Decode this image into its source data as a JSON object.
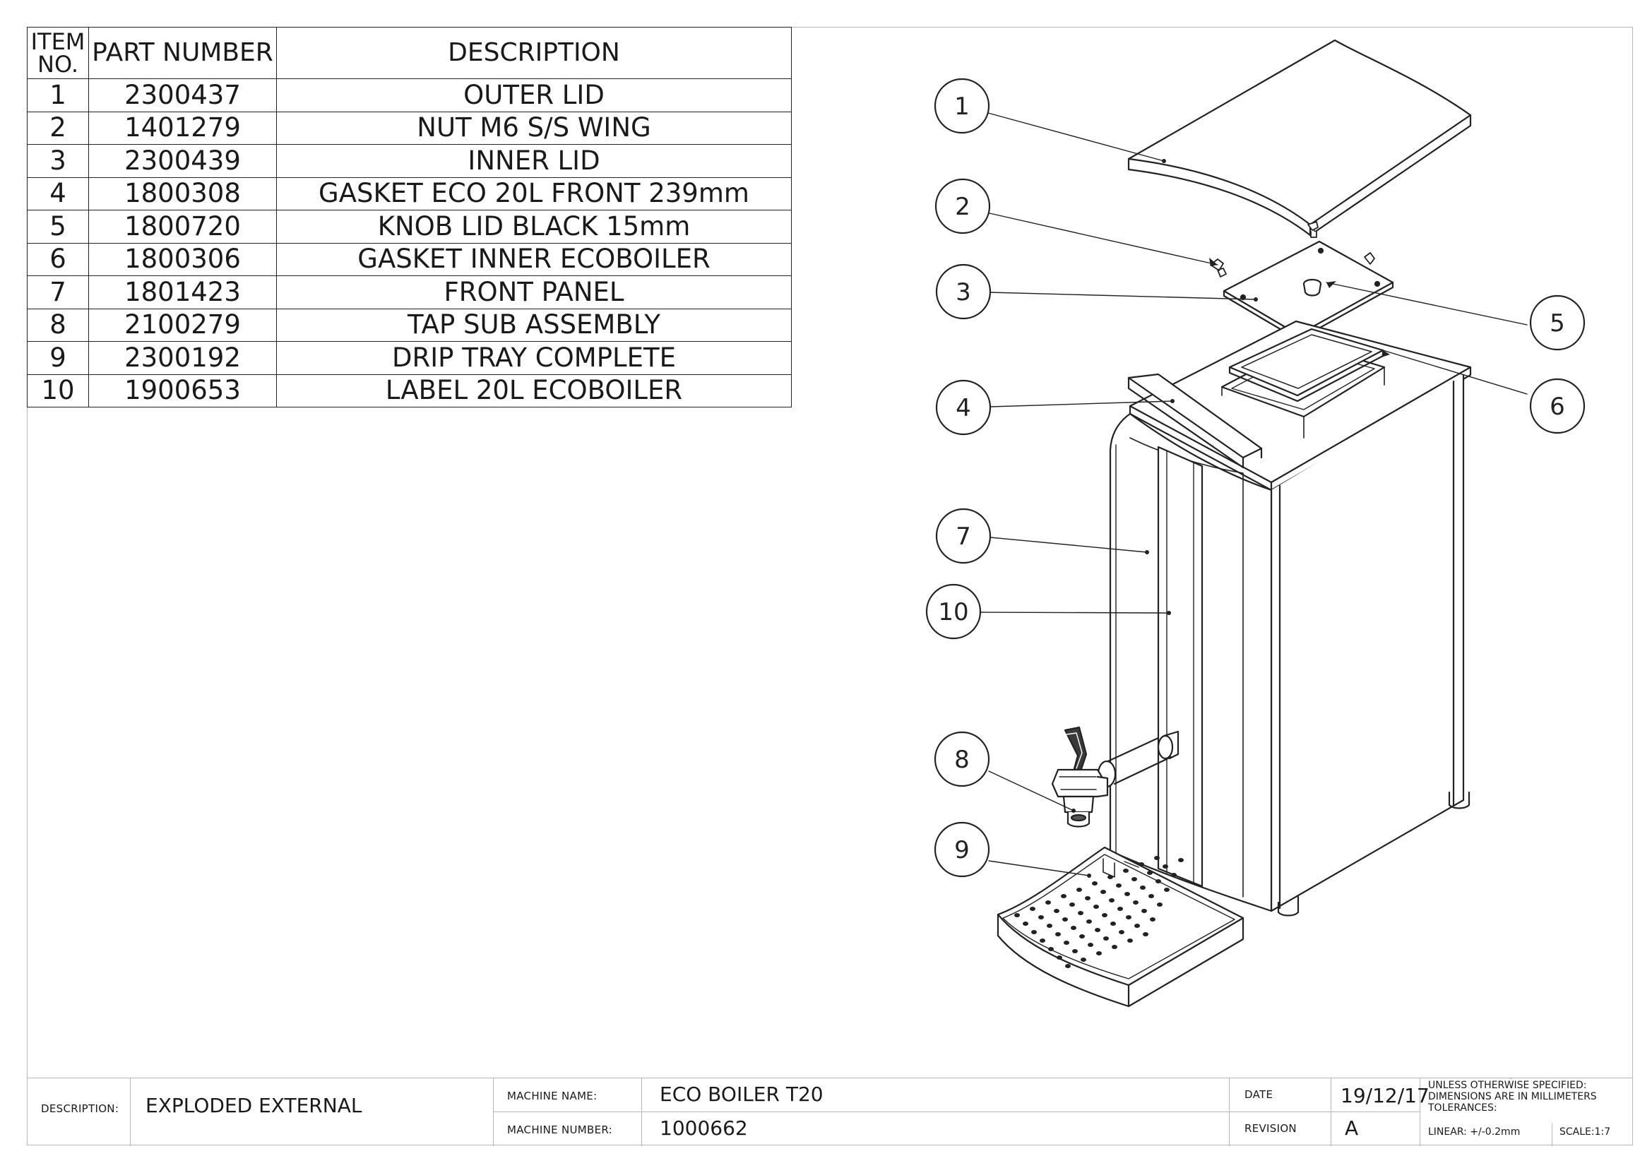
{
  "bom": {
    "headers": {
      "item": "ITEM NO.",
      "part": "PART NUMBER",
      "desc": "DESCRIPTION"
    },
    "rows": [
      {
        "item": "1",
        "part": "2300437",
        "desc": "OUTER LID"
      },
      {
        "item": "2",
        "part": "1401279",
        "desc": "NUT M6 S/S WING"
      },
      {
        "item": "3",
        "part": "2300439",
        "desc": "INNER LID"
      },
      {
        "item": "4",
        "part": "1800308",
        "desc": "GASKET ECO 20L FRONT 239mm"
      },
      {
        "item": "5",
        "part": "1800720",
        "desc": "KNOB LID BLACK 15mm"
      },
      {
        "item": "6",
        "part": "1800306",
        "desc": "GASKET INNER ECOBOILER"
      },
      {
        "item": "7",
        "part": "1801423",
        "desc": "FRONT PANEL"
      },
      {
        "item": "8",
        "part": "2100279",
        "desc": "TAP SUB ASSEMBLY"
      },
      {
        "item": "9",
        "part": "2300192",
        "desc": "DRIP TRAY COMPLETE"
      },
      {
        "item": "10",
        "part": "1900653",
        "desc": "LABEL 20L ECOBOILER"
      }
    ]
  },
  "balloons": [
    "1",
    "2",
    "3",
    "4",
    "5",
    "6",
    "7",
    "10",
    "8",
    "9"
  ],
  "title_block": {
    "description_label": "DESCRIPTION:",
    "description_value": "EXPLODED EXTERNAL",
    "machine_name_label": "MACHINE NAME:",
    "machine_name_value": "ECO BOILER T20",
    "machine_number_label": "MACHINE NUMBER:",
    "machine_number_value": "1000662",
    "date_label": "DATE",
    "date_value": "19/12/17",
    "revision_label": "REVISION",
    "revision_value": "A",
    "note_line1": "UNLESS OTHERWISE SPECIFIED:",
    "note_line2": "DIMENSIONS ARE IN MILLIMETERS",
    "note_line3": "TOLERANCES:",
    "note_line4": "LINEAR: +/-0.2mm",
    "scale": "SCALE:1:7"
  }
}
